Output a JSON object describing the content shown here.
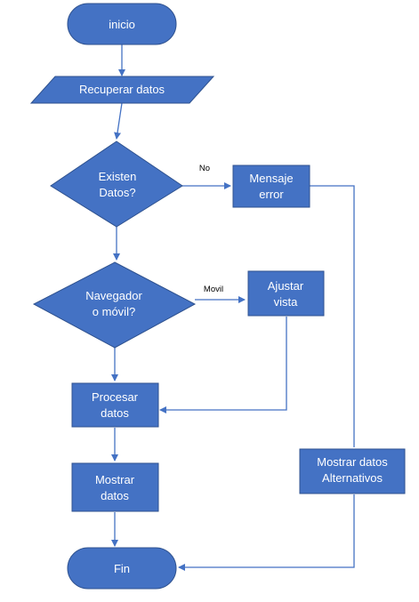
{
  "diagram": {
    "nodes": {
      "inicio": {
        "label": "inicio"
      },
      "recuperar": {
        "label": "Recuperar datos"
      },
      "existen": {
        "line1": "Existen",
        "line2": "Datos?"
      },
      "mensaje": {
        "line1": "Mensaje",
        "line2": "error"
      },
      "navegador": {
        "line1": "Navegador",
        "line2": "o móvil?"
      },
      "ajustar": {
        "line1": "Ajustar",
        "line2": "vista"
      },
      "procesar": {
        "line1": "Procesar",
        "line2": "datos"
      },
      "mostrar": {
        "line1": "Mostrar",
        "line2": "datos"
      },
      "alternativos": {
        "line1": "Mostrar datos",
        "line2": "Alternativos"
      },
      "fin": {
        "label": "Fin"
      }
    },
    "edge_labels": {
      "no": "No",
      "movil": "Movil"
    },
    "colors": {
      "shape_fill": "#4472C4",
      "shape_stroke": "#2F528F",
      "connector": "#4472C4",
      "shape_text": "#FFFFFF"
    }
  }
}
